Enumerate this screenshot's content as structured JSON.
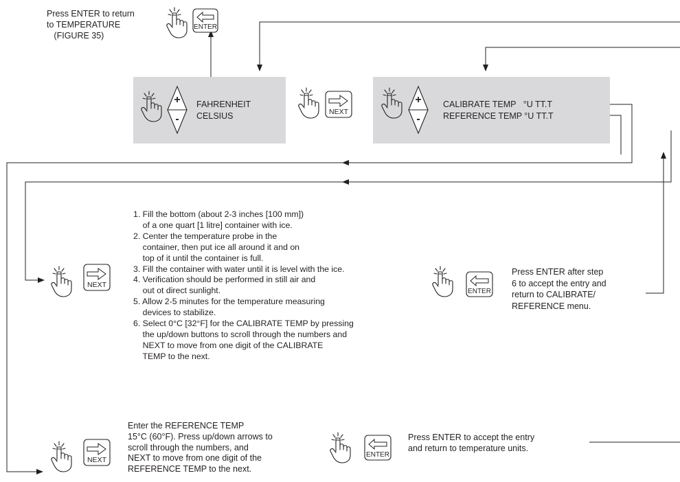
{
  "notes": {
    "top_enter": "Press ENTER to return\nto TEMPERATURE\n   (FIGURE 35)",
    "enter_after_step": "Press ENTER after step\n6 to accept the entry and\nreturn to CALIBRATE/\nREFERENCE menu.",
    "reference_instructions": "Enter the REFERENCE TEMP\n15°C (60°F). Press up/down arrows to\nscroll through the numbers, and\nNEXT to move from one digit of the\nREFERENCE TEMP to the next.",
    "enter_accept": "Press ENTER to accept the entry\nand return to temperature units."
  },
  "units_box": {
    "option_1": "FAHRENHEIT",
    "option_2": "CELSIUS"
  },
  "calib_box": {
    "line_1": "CALIBRATE TEMP   °U TT.T",
    "line_2": "REFERENCE TEMP °U TT.T"
  },
  "steps": [
    "1. Fill the bottom (about 2-3 inches [100 mm])\n    of a one quart [1 litre] container with ice.",
    "2. Center the temperature probe in the\n    container, then put ice all around it and on\n    top of it until the container is full.",
    "3. Fill the container with water until it is level with the ice.",
    "4. Verification should be performed in still air and\n    out ot direct sunlight.",
    "5. Allow 2-5 minutes for the temperature measuring\n    devices to stabilize.",
    "6. Select 0°C [32°F] for the CALIBRATE TEMP by pressing\n    the up/down buttons to scroll through the numbers and\n    NEXT to move from one digit of the CALIBRATE\n    TEMP to the next."
  ],
  "keys": {
    "enter": "ENTER",
    "next": "NEXT",
    "plus": "+",
    "minus": "-"
  },
  "icons": [
    "pressing-hand-icon",
    "enter-key-icon",
    "next-key-icon",
    "up-down-keys-icon"
  ]
}
